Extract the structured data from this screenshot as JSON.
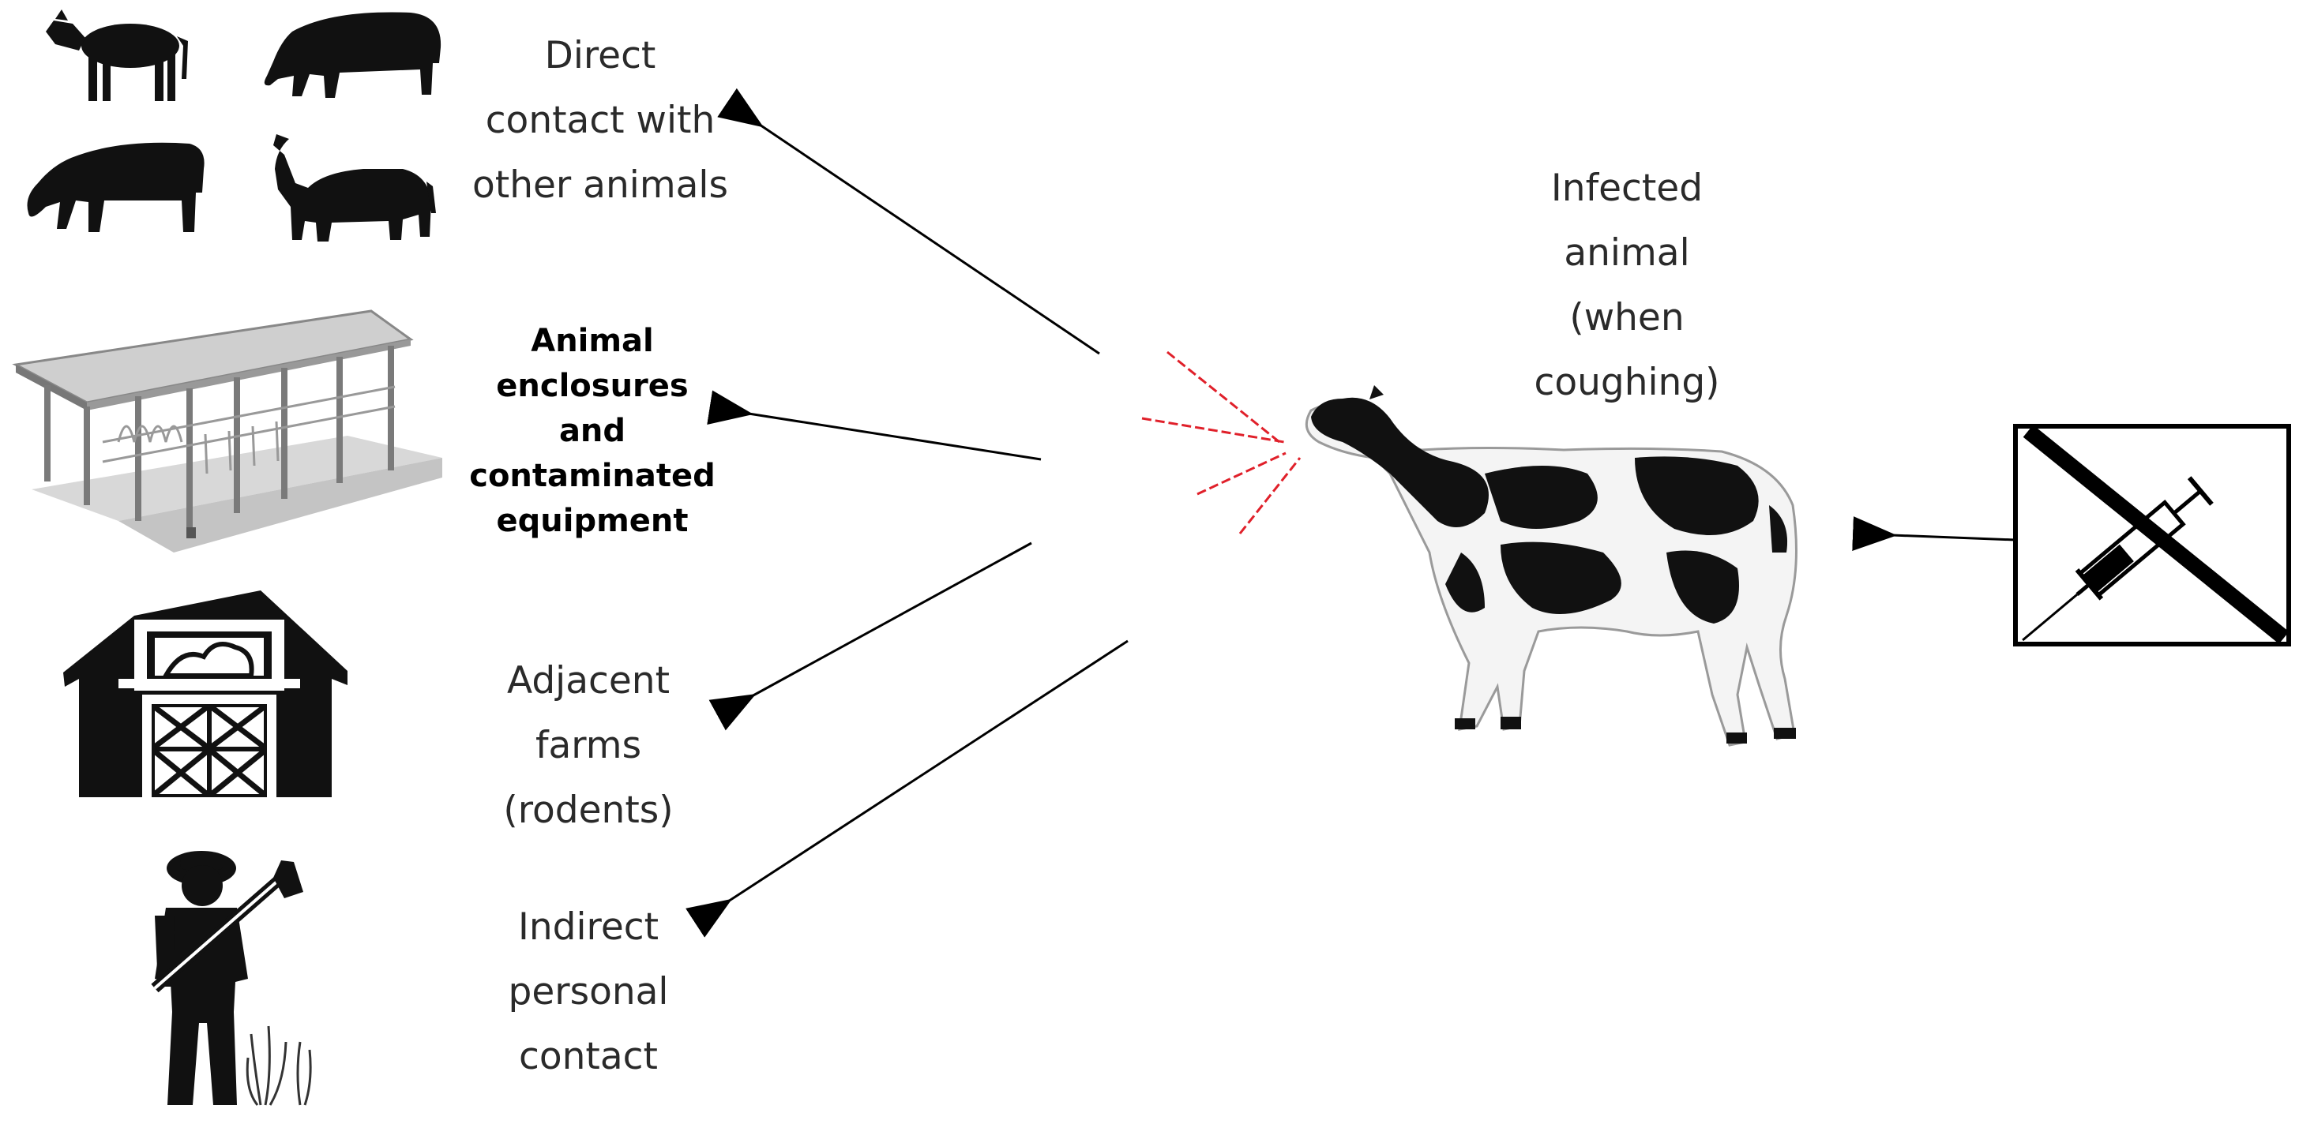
{
  "labels": {
    "direct_contact": [
      "Direct",
      "contact with",
      "other animals"
    ],
    "enclosures": [
      "Animal",
      "enclosures",
      "and",
      "contaminated",
      "equipment"
    ],
    "adjacent_farms": [
      "Adjacent",
      "farms",
      "(rodents)"
    ],
    "indirect_contact": [
      "Indirect",
      "personal",
      "contact"
    ],
    "infected_animal": [
      "Infected",
      "animal",
      "(when",
      "coughing)"
    ]
  },
  "icons": {
    "livestock": [
      "calf-icon",
      "grazing-cow-icon",
      "grazing-bull-icon",
      "standing-bull-icon"
    ],
    "enclosure": "livestock-shelter-icon",
    "farm": "barn-icon",
    "person": "farmer-with-hoe-icon",
    "source": "holstein-cow-icon",
    "no_vaccine": "no-vaccine-icon"
  },
  "colors": {
    "arrow": "#000000",
    "cough_lines": "#e0202a",
    "silhouette": "#111111"
  }
}
